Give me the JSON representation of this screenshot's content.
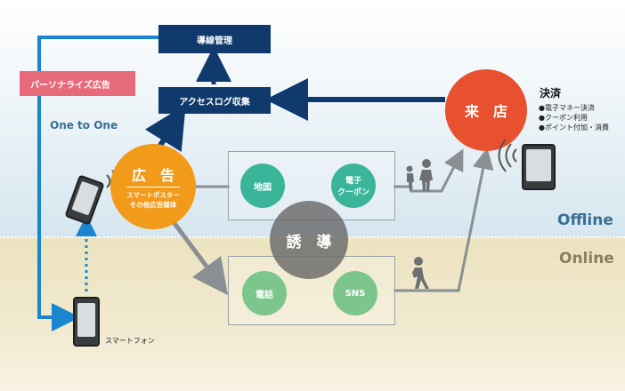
{
  "zones": {
    "offline": "Offline",
    "online": "Online"
  },
  "labels": {
    "one_to_one": "One to One",
    "personalize_ad": "パーソナライズ広告",
    "flow_management": "導線管理",
    "access_log": "アクセスログ収集",
    "smartphone": "スマートフォン"
  },
  "ad": {
    "title": "広　告",
    "line1": "スマートポスター",
    "line2": "その他広告媒体"
  },
  "guide": {
    "title": "誘　導"
  },
  "offline_channels": {
    "map": "地図",
    "coupon_line1": "電子",
    "coupon_line2": "クーポン"
  },
  "online_channels": {
    "phone": "電話",
    "sns": "SNS"
  },
  "store": {
    "title": "来　店"
  },
  "payment": {
    "title": "決済",
    "items": [
      "●電子マネー決済",
      "●クーポン利用",
      "●ポイント付加・消費"
    ]
  },
  "colors": {
    "navy": "#0f3a6b",
    "blue_arrow": "#1a86cf",
    "pink": "#e66a7a",
    "orange": "#f29a1a",
    "teal": "#3bb59a",
    "green_light": "#7cc58c",
    "gray_circle": "#6f6f6f",
    "red": "#e8502f",
    "offline_text": "#3a6f95",
    "online_text": "#8a8060"
  }
}
